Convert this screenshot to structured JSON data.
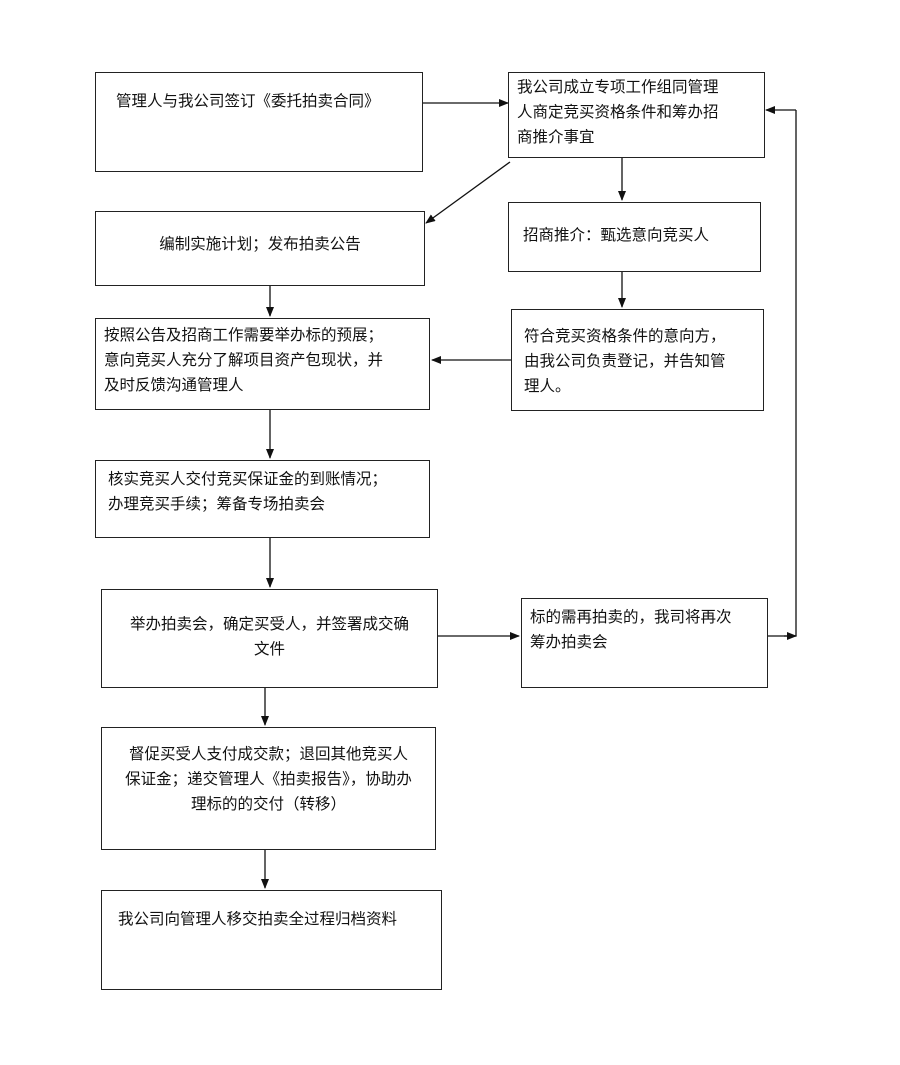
{
  "flow": {
    "b1": "管理人与我公司签订《委托拍卖合同》",
    "b2": "我公司成立专项工作组同管理\n人商定竞买资格条件和筹办招\n商推介事宜",
    "b3": "编制实施计划；发布拍卖公告",
    "b4": "招商推介：甄选意向竞买人",
    "b5": "按照公告及招商工作需要举办标的预展；\n意向竞买人充分了解项目资产包现状，并\n及时反馈沟通管理人",
    "b6": "符合竞买资格条件的意向方，\n由我公司负责登记，并告知管\n理人。",
    "b7": "核实竞买人交付竞买保证金的到账情况；\n办理竞买手续；筹备专场拍卖会",
    "b8": "举办拍卖会，确定买受人，并签署成交确\n文件",
    "b9": "标的需再拍卖的，我司将再次\n筹办拍卖会",
    "b10": "督促买受人支付成交款；退回其他竞买人\n保证金；递交管理人《拍卖报告》，协助办\n理标的的交付（转移）",
    "b11": "我公司向管理人移交拍卖全过程归档资料"
  }
}
